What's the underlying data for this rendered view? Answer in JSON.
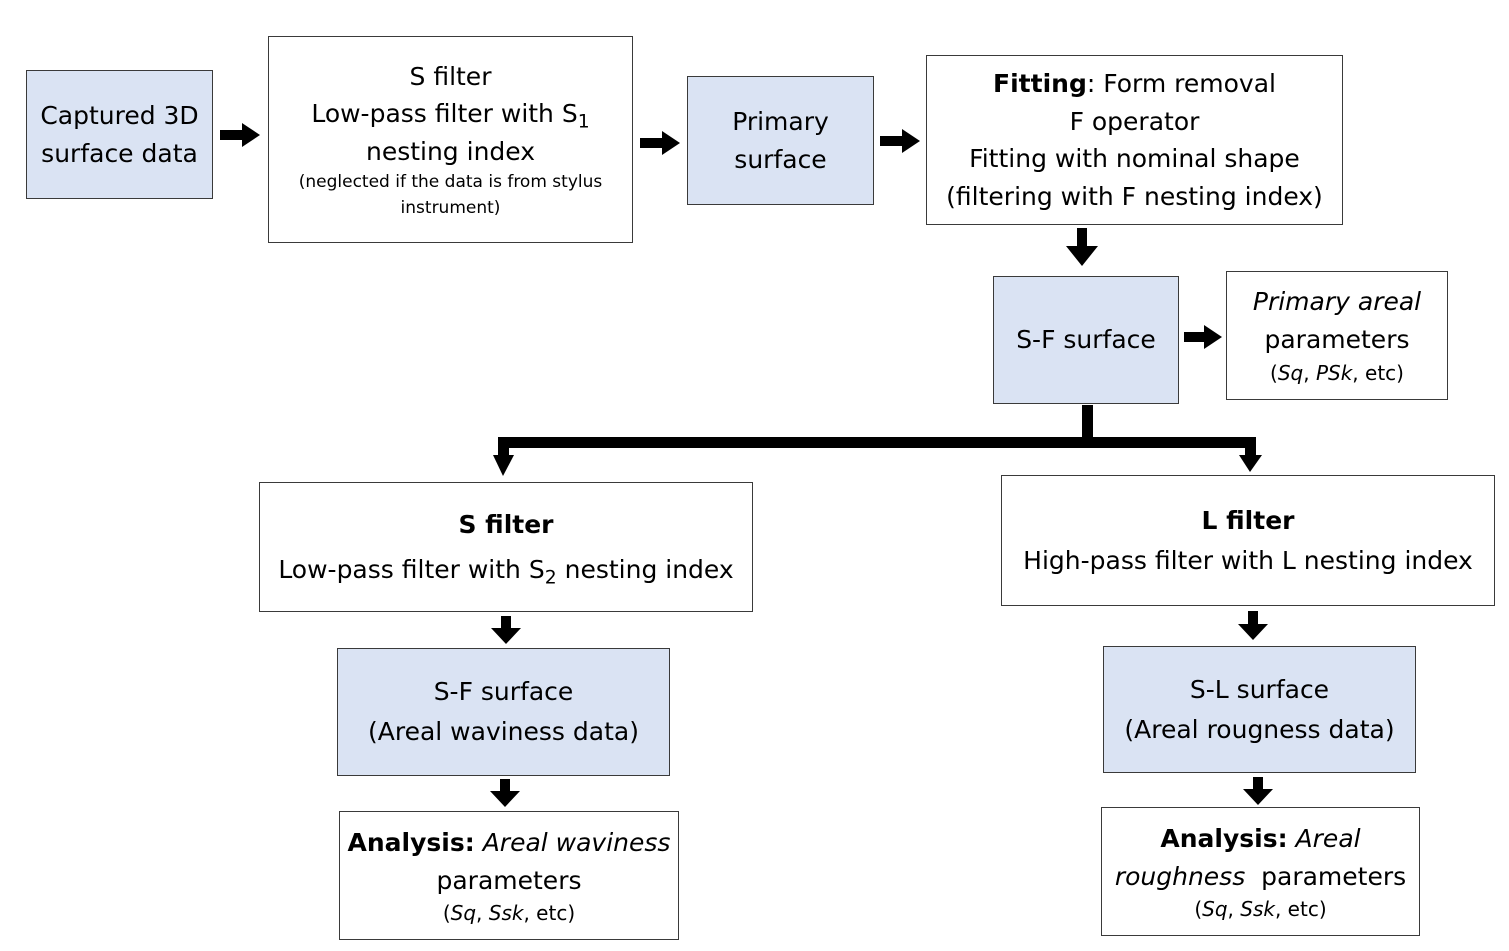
{
  "nodes": {
    "captured": {
      "line1": "Captured 3D",
      "line2": "surface data"
    },
    "s_filter_top": {
      "title": "S filter",
      "line2_pre": "Low-pass filter with S",
      "line2_sub": "1",
      "line3": "nesting index",
      "note_line1": "(neglected  if the data is from stylus",
      "note_line2": "instrument)"
    },
    "primary": {
      "line1": "Primary",
      "line2": "surface"
    },
    "fitting": {
      "bold": "Fitting",
      "rest": ": Form removal",
      "line2": "F operator",
      "line3": "Fitting with nominal shape",
      "line4": "(filtering with F nesting index)"
    },
    "sf_surface_top": {
      "label": "S-F surface"
    },
    "primary_params": {
      "line1": "Primary areal",
      "line2": "parameters",
      "p_open": "(",
      "p_a": "Sq",
      "p_sep": ", ",
      "p_b": "PSk",
      "p_close": ", etc)"
    },
    "s_filter_left": {
      "title": "S filter",
      "line2_pre": "Low-pass filter with S",
      "line2_sub": "2",
      "line2_post": " nesting index"
    },
    "l_filter": {
      "title": "L filter",
      "line2": "High-pass filter with L nesting index"
    },
    "sf_surface_waviness": {
      "line1": "S-F surface",
      "line2": "(Areal waviness data)"
    },
    "sl_surface": {
      "line1": "S-L surface",
      "line2": "(Areal rougness data)"
    },
    "analysis_waviness": {
      "bold": "Analysis:",
      "ital": " Areal waviness",
      "line2": "parameters",
      "p_open": "(",
      "p_a": "Sq",
      "p_sep": ", ",
      "p_b": "Ssk",
      "p_close": ", etc)"
    },
    "analysis_roughness": {
      "bold": "Analysis:",
      "ital": " Areal",
      "line2_ital": "roughness",
      "line2_rest": "  parameters",
      "p_open": "(",
      "p_a": "Sq",
      "p_sep": ", ",
      "p_b": "Ssk",
      "p_close": ", etc)"
    }
  },
  "colors": {
    "filled_box": "#dae3f3",
    "border": "#3a3a3a",
    "arrow": "#000000"
  }
}
